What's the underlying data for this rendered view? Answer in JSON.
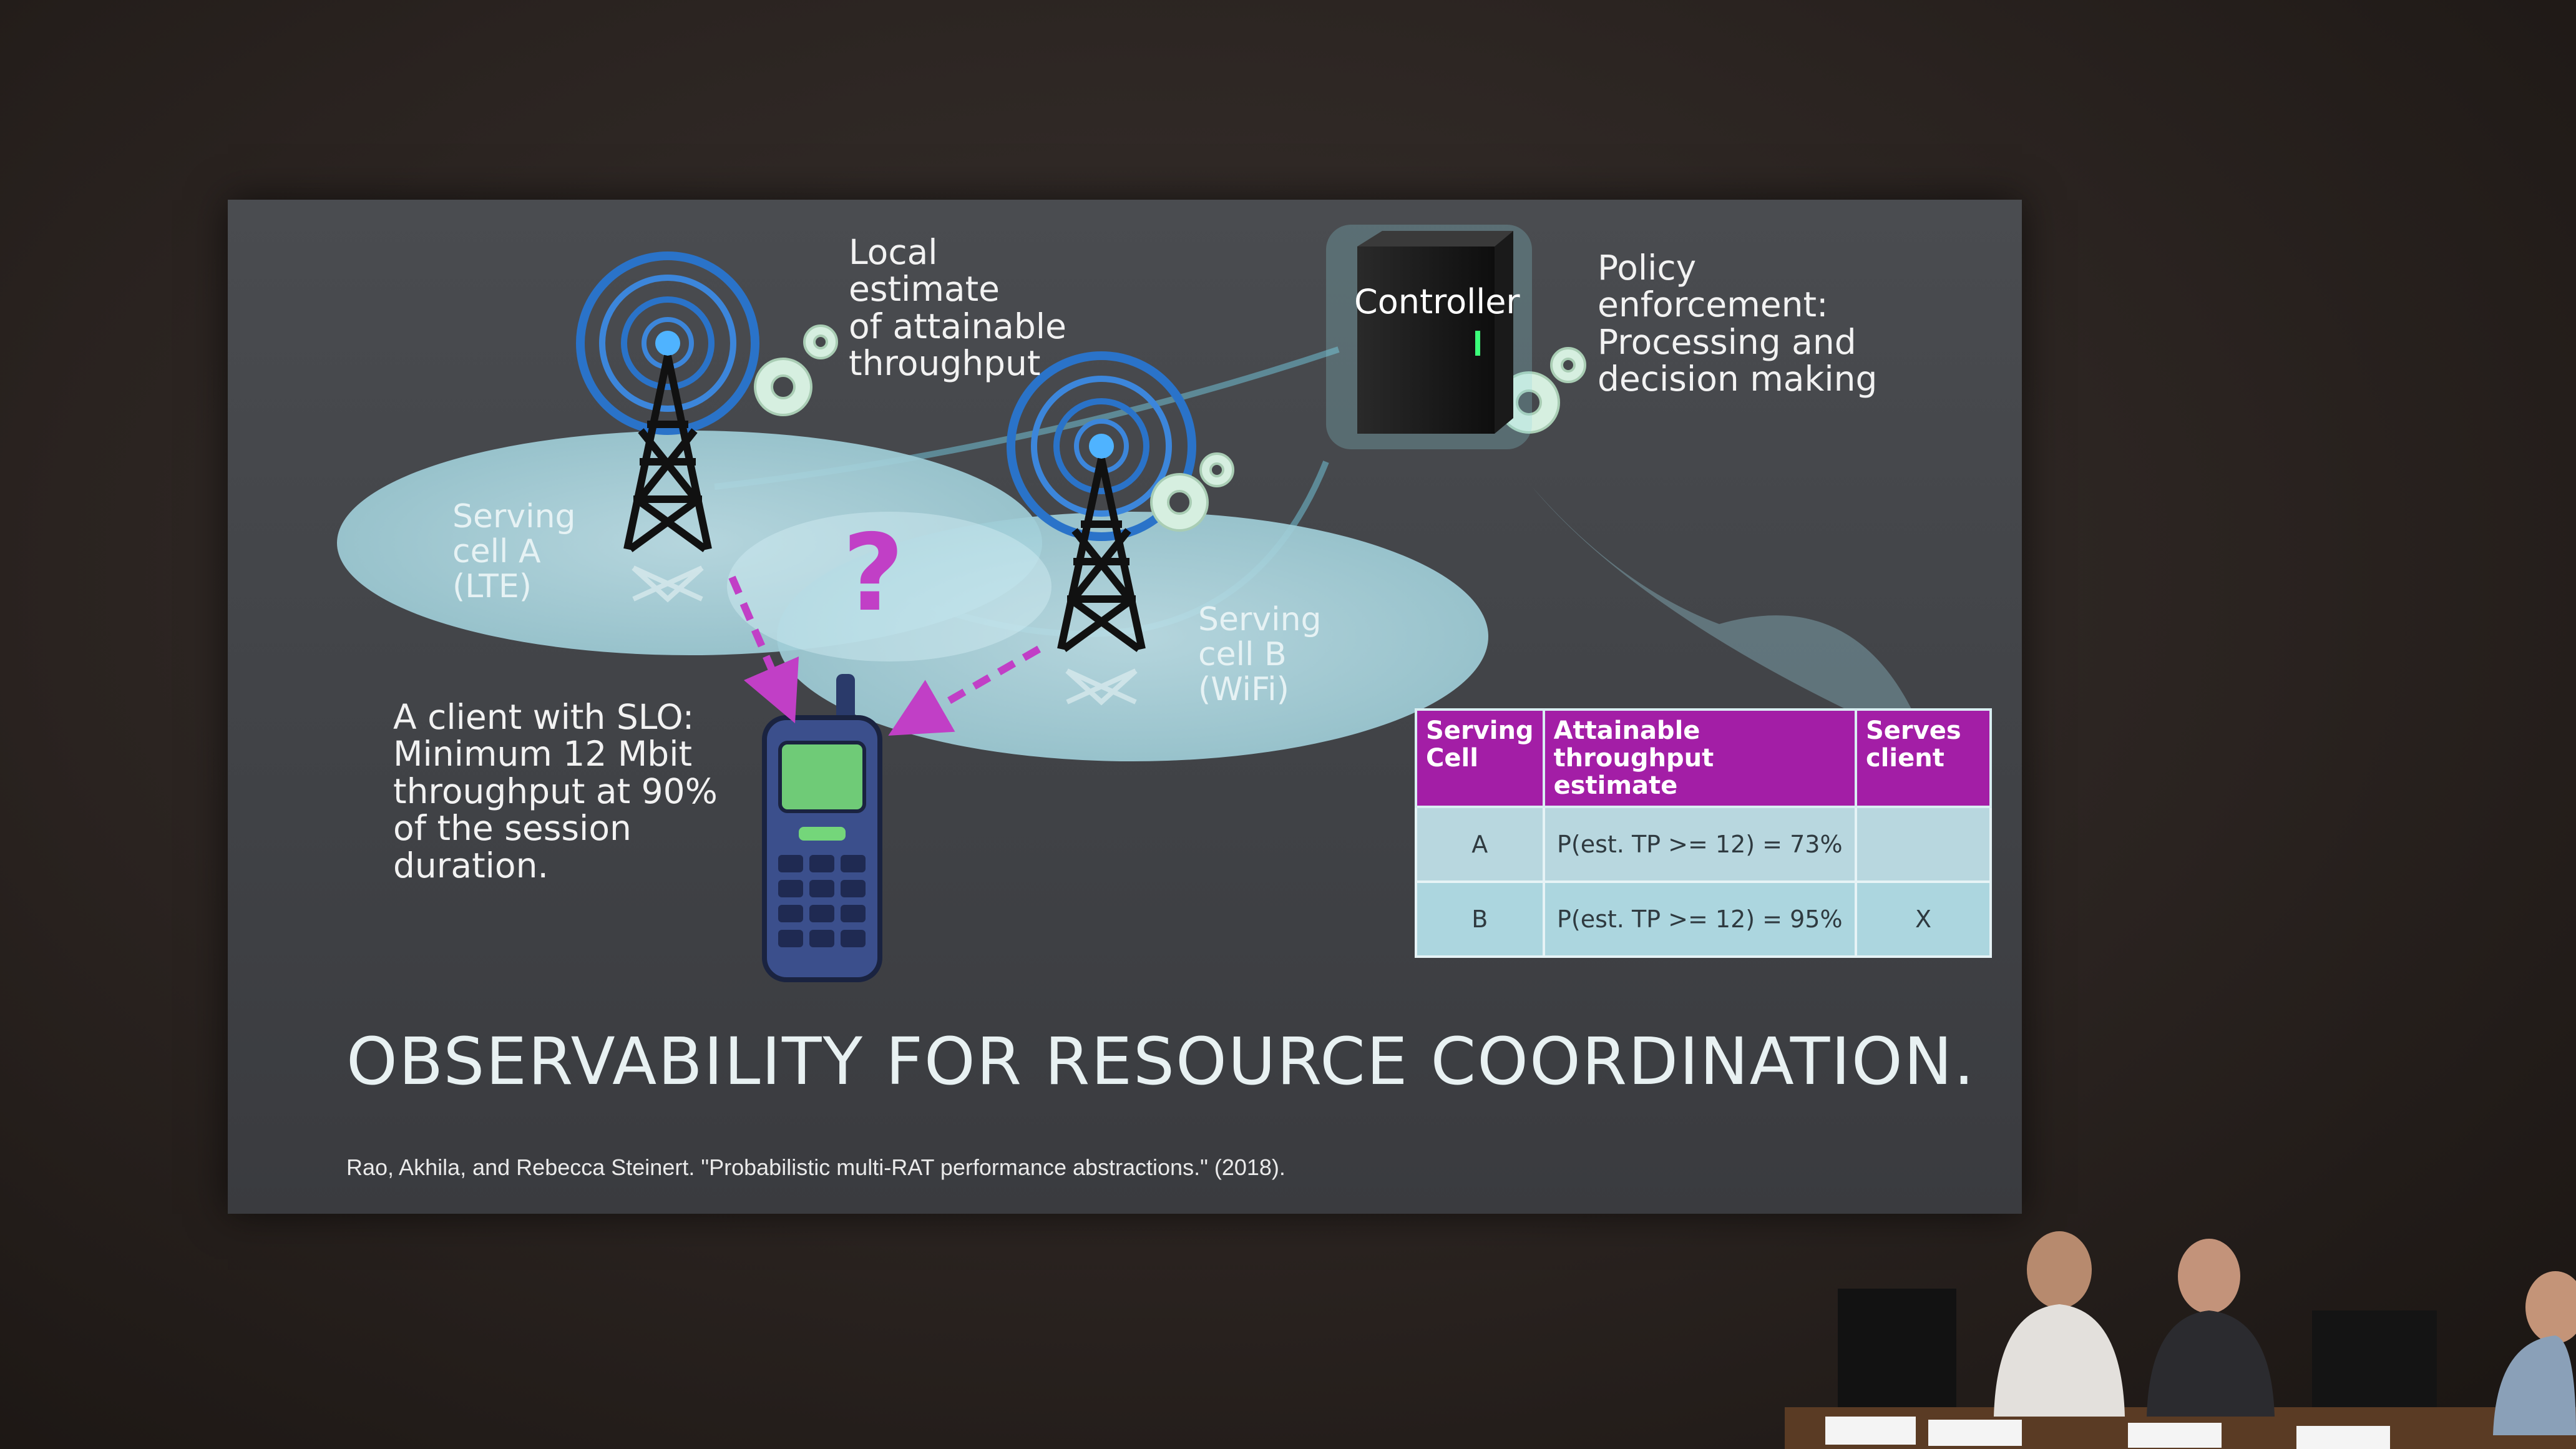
{
  "slide": {
    "label_local_estimate": "Local\nestimate\nof attainable\nthroughput",
    "label_controller": "Controller",
    "label_policy": "Policy\nenforcement:\nProcessing and\ndecision making",
    "label_cell_a": "Serving\ncell A\n(LTE)",
    "label_cell_b": "Serving\ncell B\n(WiFi)",
    "label_question": "?",
    "label_client": "A client with SLO:\nMinimum 12 Mbit\nthroughput at 90%\nof the session\nduration.",
    "title": "OBSERVABILITY FOR RESOURCE COORDINATION.",
    "citation": "Rao, Akhila, and Rebecca Steinert. \"Probabilistic multi-RAT performance abstractions.\" (2018).",
    "table": {
      "headers": [
        "Serving Cell",
        "Attainable throughput estimate",
        "Serves client"
      ],
      "rows": [
        [
          "A",
          "P(est. TP >= 12) = 73%",
          ""
        ],
        [
          "B",
          "P(est. TP >= 12) = 95%",
          "X"
        ]
      ]
    }
  },
  "colors": {
    "slide_bg": "#45474b",
    "cell_ellipse": "#a8d3dc",
    "accent_magenta": "#b23ab8",
    "table_header": "#a31ea6",
    "tower_signal": "#2f7fd6"
  }
}
